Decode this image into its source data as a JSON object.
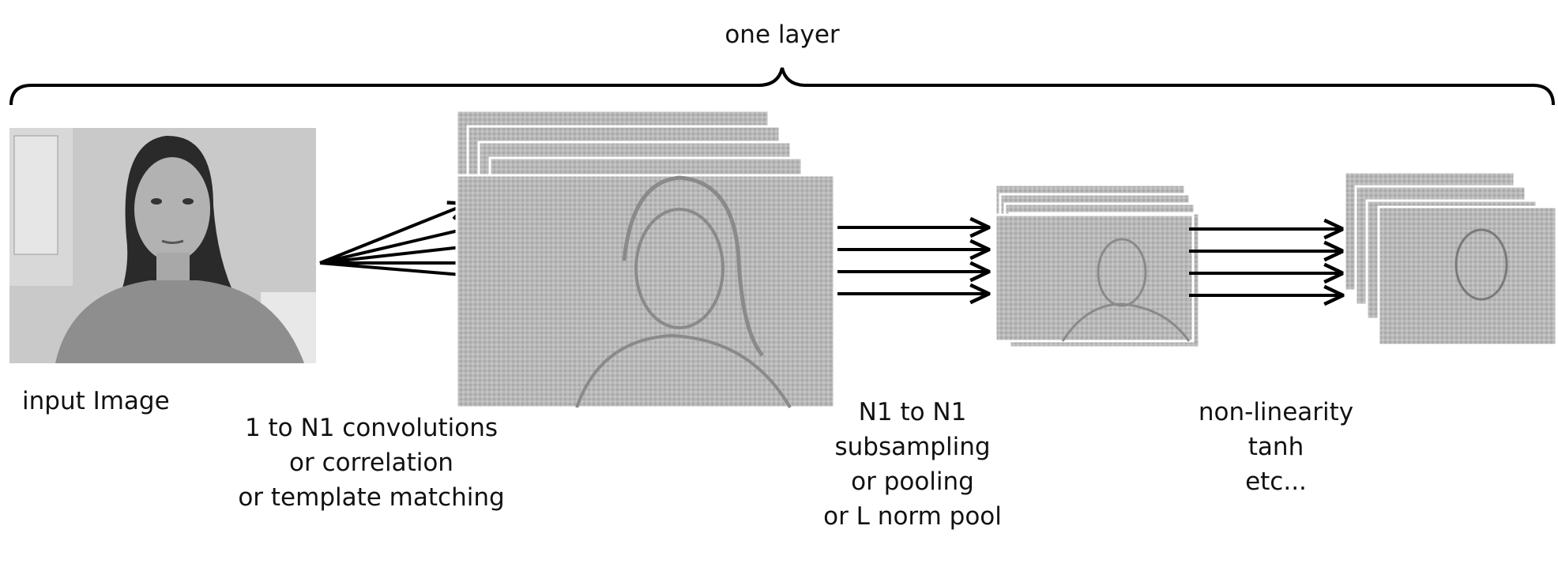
{
  "title": "one layer",
  "stages": {
    "input": {
      "label_lines": [
        "input Image"
      ]
    },
    "convolution": {
      "label_lines": [
        "1 to N1 convolutions",
        "or correlation",
        "or template matching"
      ]
    },
    "pooling": {
      "label_lines": [
        "N1 to N1",
        "subsampling",
        "or pooling",
        "or L norm pool"
      ]
    },
    "nonlinearity": {
      "label_lines": [
        "non-linearity",
        "tanh",
        "etc..."
      ]
    }
  },
  "colors": {
    "arrow": "#000000",
    "photo_dark": "#2a2a2a",
    "feature_map": "#b8b8b8",
    "frame": "#ffffff"
  }
}
